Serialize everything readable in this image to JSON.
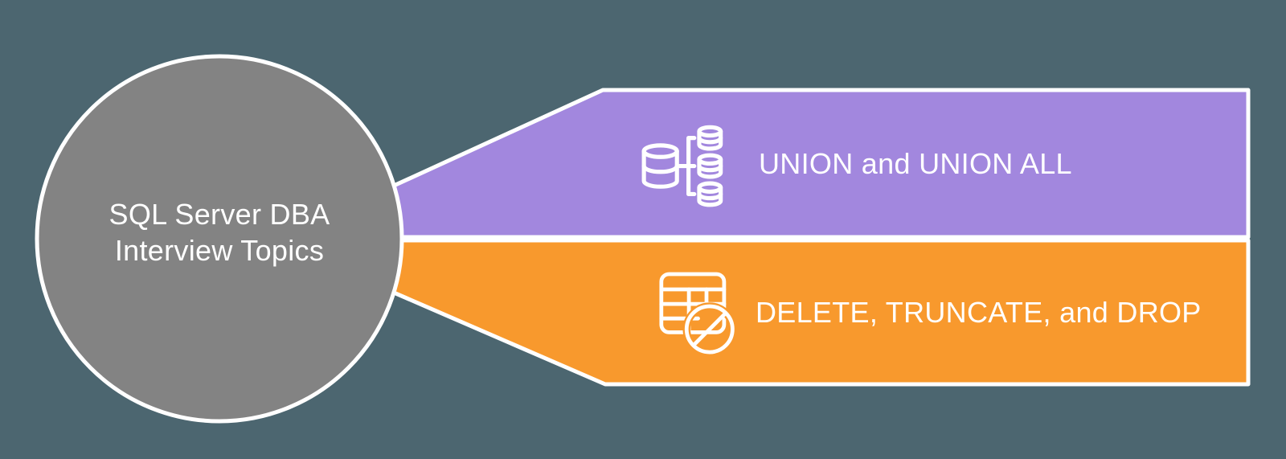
{
  "colors": {
    "background": "#4c6670",
    "circle_fill": "#838383",
    "border_white": "#ffffff",
    "text_white": "#ffffff"
  },
  "hub": {
    "title_line1": "SQL Server DBA",
    "title_line2": "Interview Topics"
  },
  "topics": [
    {
      "label": "UNION and UNION ALL",
      "icon": "database-union-icon",
      "fill": "#a287de"
    },
    {
      "label": "DELETE, TRUNCATE, and DROP",
      "icon": "table-delete-icon",
      "fill": "#f8992d"
    }
  ]
}
